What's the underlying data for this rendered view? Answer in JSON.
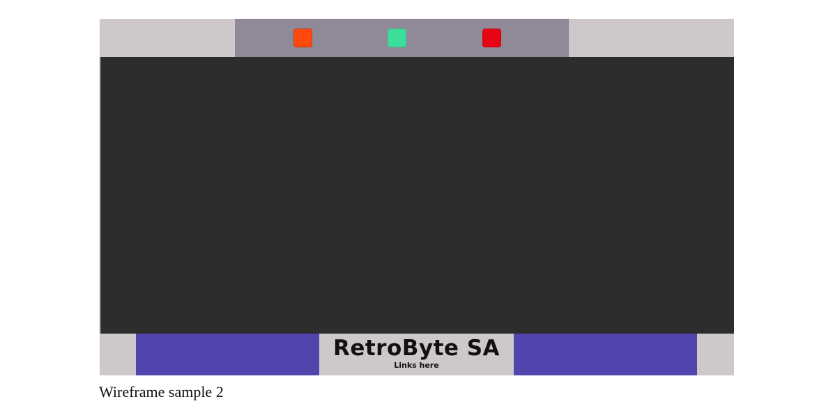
{
  "wireframe": {
    "top_buttons": [
      {
        "color": "#ff4a0f",
        "border": "#c23c12"
      },
      {
        "color": "#3ddd9b",
        "border": "#33c98a"
      },
      {
        "color": "#e60513",
        "border": "#c8040f"
      }
    ],
    "colors": {
      "frame_bg": "#cfc8ca",
      "topbar_center": "#908997",
      "main_bg": "#2d2d2d",
      "footer_accent": "#4f45ad"
    },
    "footer": {
      "brand_title": "RetroByte SA",
      "links_text": "Links here"
    }
  },
  "caption": "Wireframe sample 2"
}
